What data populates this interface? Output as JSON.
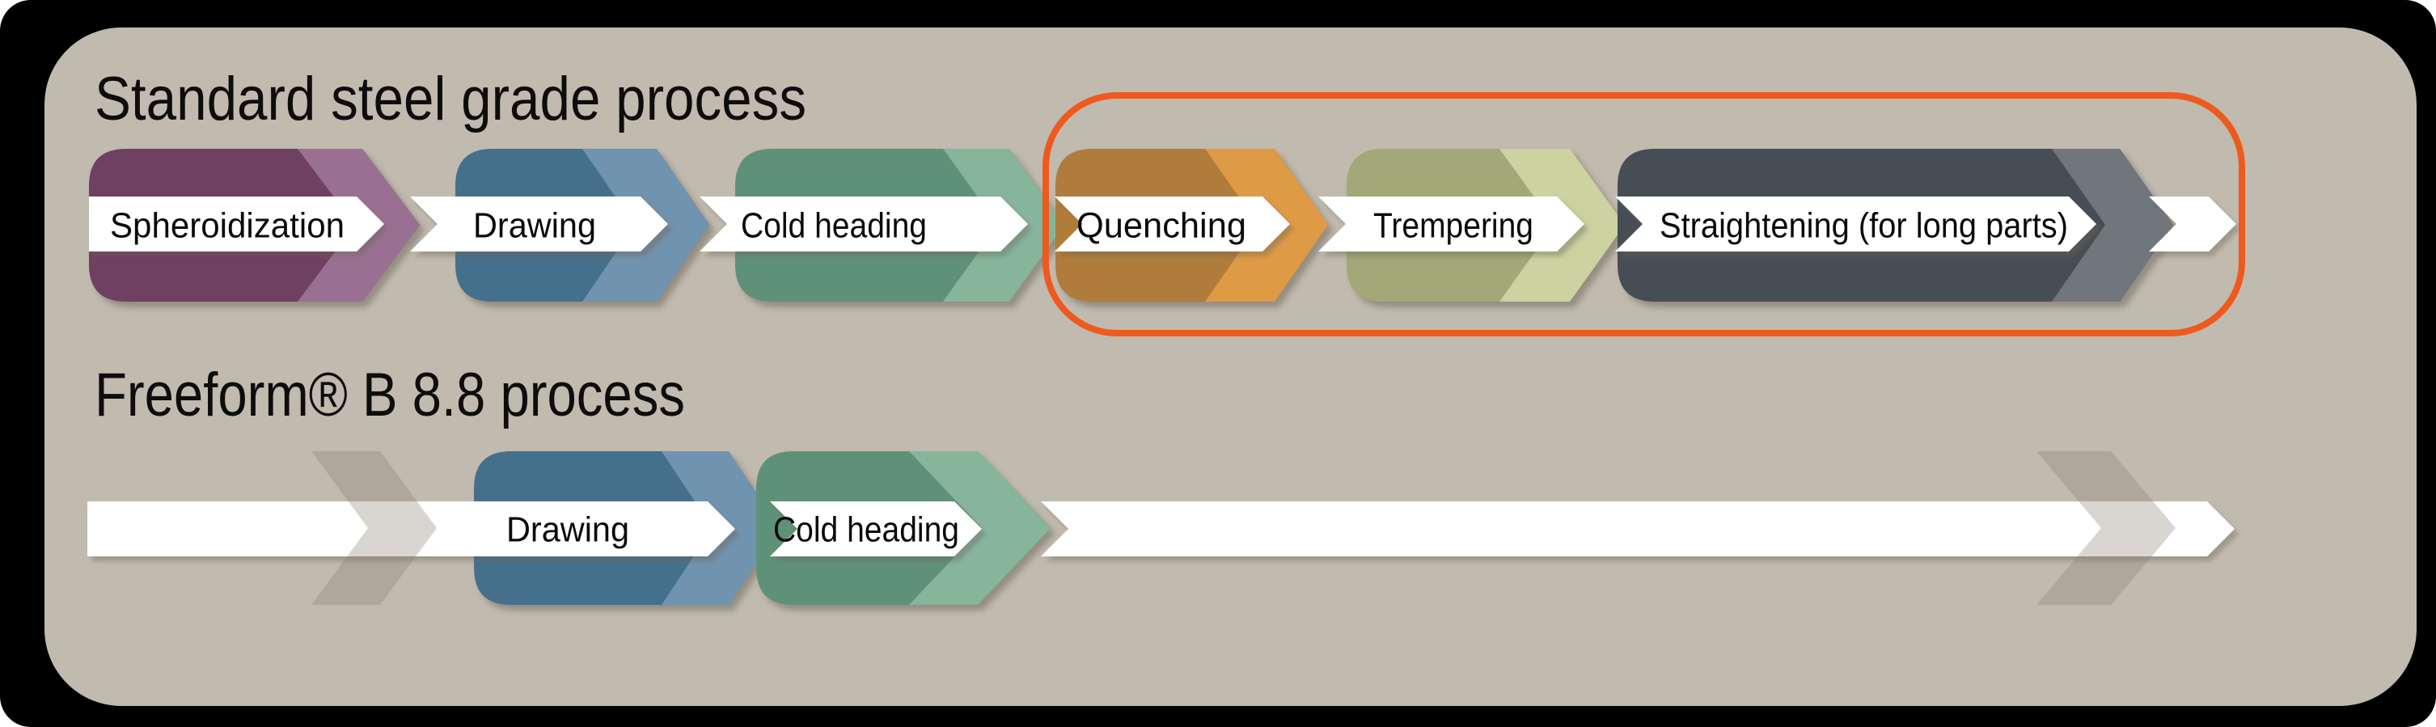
{
  "standard": {
    "title": "Standard steel grade process",
    "steps": [
      {
        "label": "Spheroidization"
      },
      {
        "label": "Drawing"
      },
      {
        "label": "Cold heading"
      },
      {
        "label": "Quenching"
      },
      {
        "label": "Trempering"
      },
      {
        "label": "Straightening (for long parts)"
      }
    ]
  },
  "freeform": {
    "title": "Freeform® B 8.8 process",
    "steps": [
      {
        "label": "Drawing"
      },
      {
        "label": "Cold heading"
      }
    ]
  },
  "highlight": {
    "enclosed_steps": [
      "Quenching",
      "Trempering",
      "Straightening (for long parts)"
    ]
  },
  "colors": {
    "canvas_bg": "#000000",
    "panel_bg": "#C1BAAF",
    "white": "#FFFFFF",
    "purple_dark": "#6F3F63",
    "purple_light": "#9A7092",
    "blue_dark": "#45708C",
    "blue_light": "#6F93AF",
    "green_dark": "#5E9178",
    "green_light": "#86B59A",
    "orange_dark": "#B07B3A",
    "orange_light": "#DF9A45",
    "olive_dark": "#A2A877",
    "olive_light": "#CCD2A0",
    "gray_dark": "#474E54",
    "gray_light": "#70767C",
    "ghost": "#8A8174",
    "highlight_outline": "#EE5A1E",
    "text": "#0A0A0A"
  }
}
